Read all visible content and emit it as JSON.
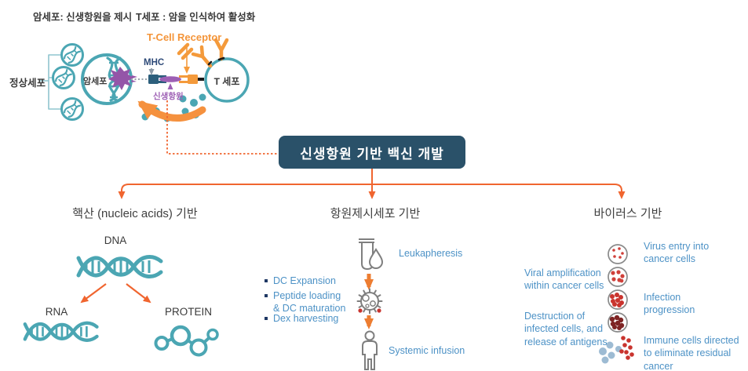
{
  "header": {
    "caption_cancer": "암세포: 신생항원을 제시",
    "caption_tcell": "T세포 : 암을 인식하여 활성화"
  },
  "cells": {
    "normal": "정상세포",
    "cancer": "암세포",
    "tcell": "T 세포",
    "mhc": "MHC",
    "tcr": "T-Cell Receptor",
    "neoantigen": "신생항원"
  },
  "center_box": {
    "title": "신생항원 기반 백신 개발"
  },
  "branches": {
    "nucleic": {
      "header": "핵산 (nucleic acids) 기반",
      "nodes": [
        "DNA",
        "RNA",
        "PROTEIN"
      ]
    },
    "apc": {
      "header": "항원제시세포 기반",
      "step_top": "Leukapheresis",
      "bullets": [
        "DC Expansion",
        "Peptide loading\n& DC maturation",
        "Dex harvesting"
      ],
      "step_bottom": "Systemic infusion"
    },
    "virus": {
      "header": "바이러스 기반",
      "steps": [
        "Virus entry into\ncancer cells",
        "Viral amplification\nwithin cancer cells",
        "Infection\nprogression",
        "Destruction of\ninfected cells, and\nrelease of antigens",
        "Immune cells directed\nto eliminate residual\ncancer"
      ]
    }
  },
  "colors": {
    "teal": "#4BA6B3",
    "orange_receptor": "#F49A3B",
    "orange_arrow_thick": "#F5913E",
    "orange_branch": "#F0652F",
    "orange_step": "#ED7D31",
    "navy_box": "#2A5169",
    "mhc_navy": "#2C5F7C",
    "purple": "#9D5FB4",
    "steel_blue_text": "#4D92C6",
    "dark_text": "#3A3A3A",
    "red_dot": "#C9342E",
    "dark_red_dot": "#7E2424",
    "blue_gray_dot": "#9DBBD3",
    "gray_icon": "#7F7F7F"
  }
}
